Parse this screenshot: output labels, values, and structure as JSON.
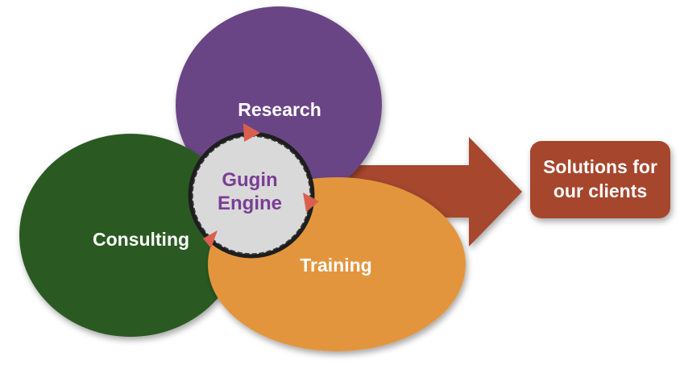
{
  "nodes": {
    "research": {
      "label": "Research",
      "color": "#6a4586"
    },
    "consulting": {
      "label": "Consulting",
      "color": "#2a5a24"
    },
    "training": {
      "label": "Training",
      "color": "#e3953c"
    },
    "engine": {
      "line1": "Gugin",
      "line2": "Engine",
      "color": "#d9d9d9",
      "text_color": "#7a3e95"
    }
  },
  "output": {
    "line1": "Solutions for",
    "line2": "our clients",
    "color": "#a6462d"
  },
  "arrow_color": "#a6462d",
  "cycle_arrow_color": "#d9604e"
}
